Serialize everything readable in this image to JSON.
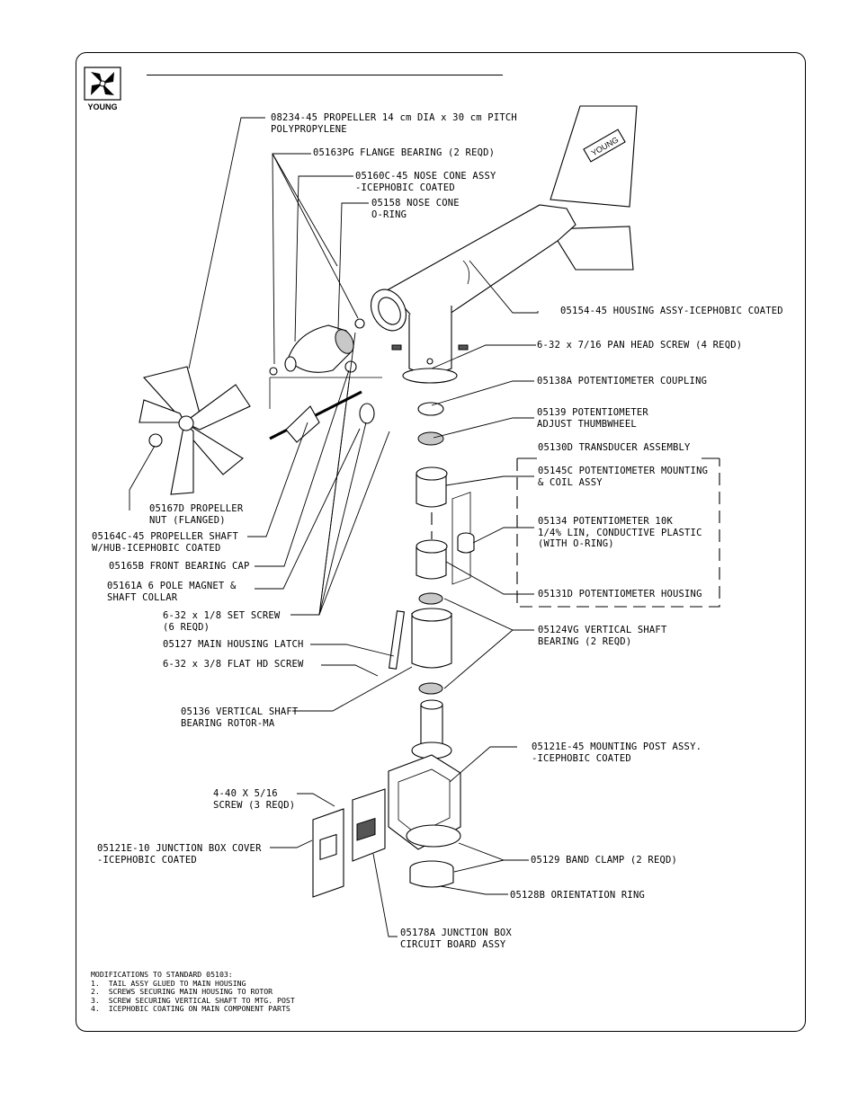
{
  "logo": {
    "text": "YOUNG"
  },
  "tail_text": "YOUNG",
  "labels": {
    "propeller": "08234-45 PROPELLER 14 cm DIA x 30 cm PITCH\nPOLYPROPYLENE",
    "flange_bearing": "05163PG FLANGE BEARING (2 REQD)",
    "nose_cone_assy": "05160C-45 NOSE CONE ASSY\n-ICEPHOBIC COATED",
    "nose_cone_oring": "05158 NOSE CONE\nO-RING",
    "housing_assy": "05154-45 HOUSING ASSY-ICEPHOBIC COATED",
    "pan_head_screw": "6-32 x 7/16 PAN HEAD SCREW (4 REQD)",
    "pot_coupling": "05138A POTENTIOMETER COUPLING",
    "pot_thumbwheel": "05139 POTENTIOMETER\nADJUST THUMBWHEEL",
    "transducer": "05130D TRANSDUCER ASSEMBLY",
    "pot_mounting": "05145C POTENTIOMETER MOUNTING\n& COIL ASSY",
    "pot_10k": "05134 POTENTIOMETER 10K\n1/4% LIN, CONDUCTIVE PLASTIC\n(WITH O-RING)",
    "pot_housing": "05131D POTENTIOMETER HOUSING",
    "vertical_bearing": "05124VG VERTICAL SHAFT\nBEARING (2 REQD)",
    "propeller_nut": "05167D PROPELLER\nNUT (FLANGED)",
    "propeller_shaft": "05164C-45 PROPELLER SHAFT\nW/HUB-ICEPHOBIC COATED",
    "front_bearing_cap": "05165B FRONT BEARING CAP",
    "magnet": "05161A 6 POLE MAGNET &\nSHAFT COLLAR",
    "set_screw": "6-32 x 1/8 SET SCREW\n(6 REQD)",
    "main_latch": "05127 MAIN HOUSING LATCH",
    "flat_hd_screw": "6-32 x 3/8 FLAT HD SCREW",
    "bearing_rotor": "05136 VERTICAL SHAFT\nBEARING ROTOR-MA",
    "mounting_post": "05121E-45 MOUNTING POST ASSY.\n-ICEPHOBIC COATED",
    "screw_440": "4-40 X 5/16\nSCREW (3 REQD)",
    "jbox_cover": "05121E-10 JUNCTION BOX COVER\n-ICEPHOBIC COATED",
    "band_clamp": "05129 BAND CLAMP (2 REQD)",
    "orientation_ring": "05128B ORIENTATION RING",
    "jbox_board": "05178A JUNCTION BOX\nCIRCUIT BOARD ASSY"
  },
  "modifications": "MODIFICATIONS TO STANDARD 05103:\n1.  TAIL ASSY GLUED TO MAIN HOUSING\n2.  SCREWS SECURING MAIN HOUSING TO ROTOR\n3.  SCREW SECURING VERTICAL SHAFT TO MTG. POST\n4.  ICEPHOBIC COATING ON MAIN COMPONENT PARTS"
}
